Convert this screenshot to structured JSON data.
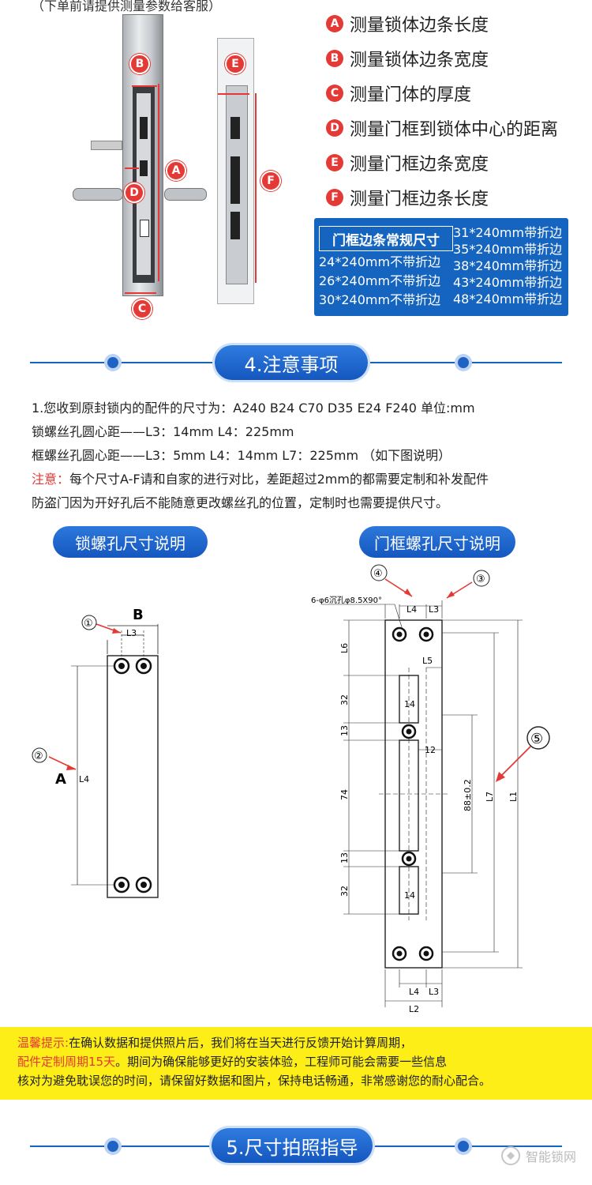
{
  "top_note": "（下单前请提供测量参数给客服）",
  "photo_labels": {
    "a": "A",
    "b": "B",
    "c": "C",
    "d": "D",
    "e": "E",
    "f": "F"
  },
  "legend": [
    {
      "letter": "A",
      "text": "测量锁体边条长度"
    },
    {
      "letter": "B",
      "text": "测量锁体边条宽度"
    },
    {
      "letter": "C",
      "text": "测量门体的厚度"
    },
    {
      "letter": "D",
      "text": "测量门框到锁体中心的距离"
    },
    {
      "letter": "E",
      "text": "测量门框边条宽度"
    },
    {
      "letter": "F",
      "text": "测量门框边条长度"
    }
  ],
  "size_box": {
    "title": "门框边条常规尺寸",
    "left": [
      "24*240mm不带折边",
      "26*240mm不带折边",
      "30*240mm不带折边"
    ],
    "right": [
      "31*240mm带折边",
      "35*240mm带折边",
      "38*240mm带折边",
      "43*240mm带折边",
      "48*240mm带折边"
    ]
  },
  "section4": {
    "title": "4.注意事项"
  },
  "notes": {
    "line1": "1.您收到原封锁内的配件的尺寸为：A240   B24   C70   D35   E24   F240   单位:mm",
    "line2": "锁螺丝孔圆心距——L3：14mm     L4：225mm",
    "line3": "框螺丝孔圆心距——L3：5mm     L4：14mm     L7：225mm    （如下图说明）",
    "line4_label": "注意：",
    "line4_text": "每个尺寸A-F请和自家的进行对比，差距超过2mm的都需要定制和补发配件",
    "line5": "防盗门因为开好孔后不能随意更改螺丝孔的位置，定制时也需要提供尺寸。"
  },
  "diagram_lock": {
    "title": "锁螺孔尺寸说明",
    "label_b": "B",
    "label_a": "A",
    "l3": "L3",
    "l4": "L4",
    "callout1": "①",
    "callout2": "②"
  },
  "diagram_frame": {
    "title": "门框螺孔尺寸说明",
    "callout3": "③",
    "callout4": "④",
    "callout5": "⑤",
    "spec": "6-φ6沉孔φ8.5X90°",
    "l4": "L4",
    "l3": "L3",
    "l5": "L5",
    "l6": "L6",
    "l7": "L7",
    "l1": "L1",
    "l2": "L2",
    "d32": "32",
    "d13": "13",
    "d74": "74",
    "d14": "14",
    "d12": "12",
    "d88": "88±0.2"
  },
  "tip": {
    "label": "温馨提示:",
    "text1": "在确认数据和提供照片后，我们将在当天进行反馈开始计算周期，",
    "text2_red": "配件定制周期15天",
    "text2": "。期间为确保能够更好的安装体验，工程师可能会需要一些信息",
    "text3": "核对为避免耽误您的时间，请保留好数据和图片，保持电话畅通，非常感谢您的耐心配合。"
  },
  "section5": {
    "title": "5.尺寸拍照指导"
  },
  "watermark": "智能锁网"
}
